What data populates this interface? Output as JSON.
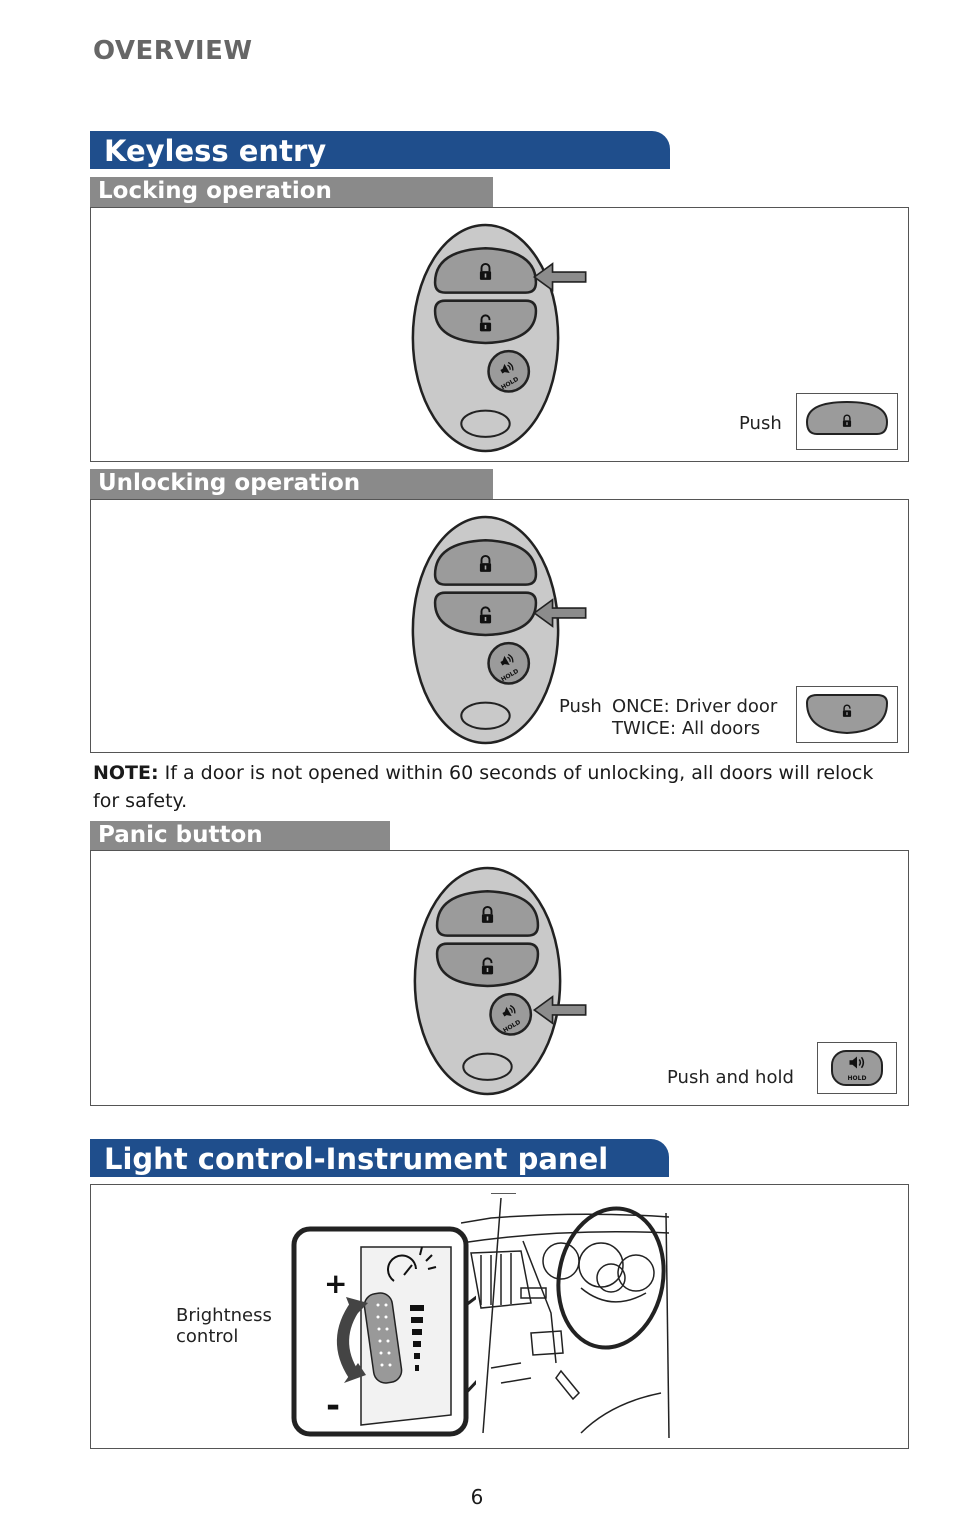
{
  "header": {
    "section": "OVERVIEW"
  },
  "keyless": {
    "title": "Keyless entry",
    "locking": {
      "title": "Locking operation",
      "instruction": "Push"
    },
    "unlocking": {
      "title": "Unlocking operation",
      "push": "Push",
      "once": "ONCE: Driver door",
      "twice": "TWICE: All doors"
    },
    "note": {
      "label": "NOTE:",
      "text": " If a door is not opened within 60 seconds of unlocking, all doors will relock for safety."
    },
    "panic": {
      "title": "Panic button",
      "instruction": "Push and hold"
    },
    "hold_label": "HOLD"
  },
  "light": {
    "title": "Light control-Instrument panel",
    "brightness_label": "Brightness control",
    "plus": "+",
    "minus": "-"
  },
  "page": {
    "number": "6"
  },
  "colors": {
    "banner": "#1f4e8c",
    "subheader": "#8a8a8a",
    "fob_body": "#c8c8c8",
    "button": "#9a9a9a"
  }
}
